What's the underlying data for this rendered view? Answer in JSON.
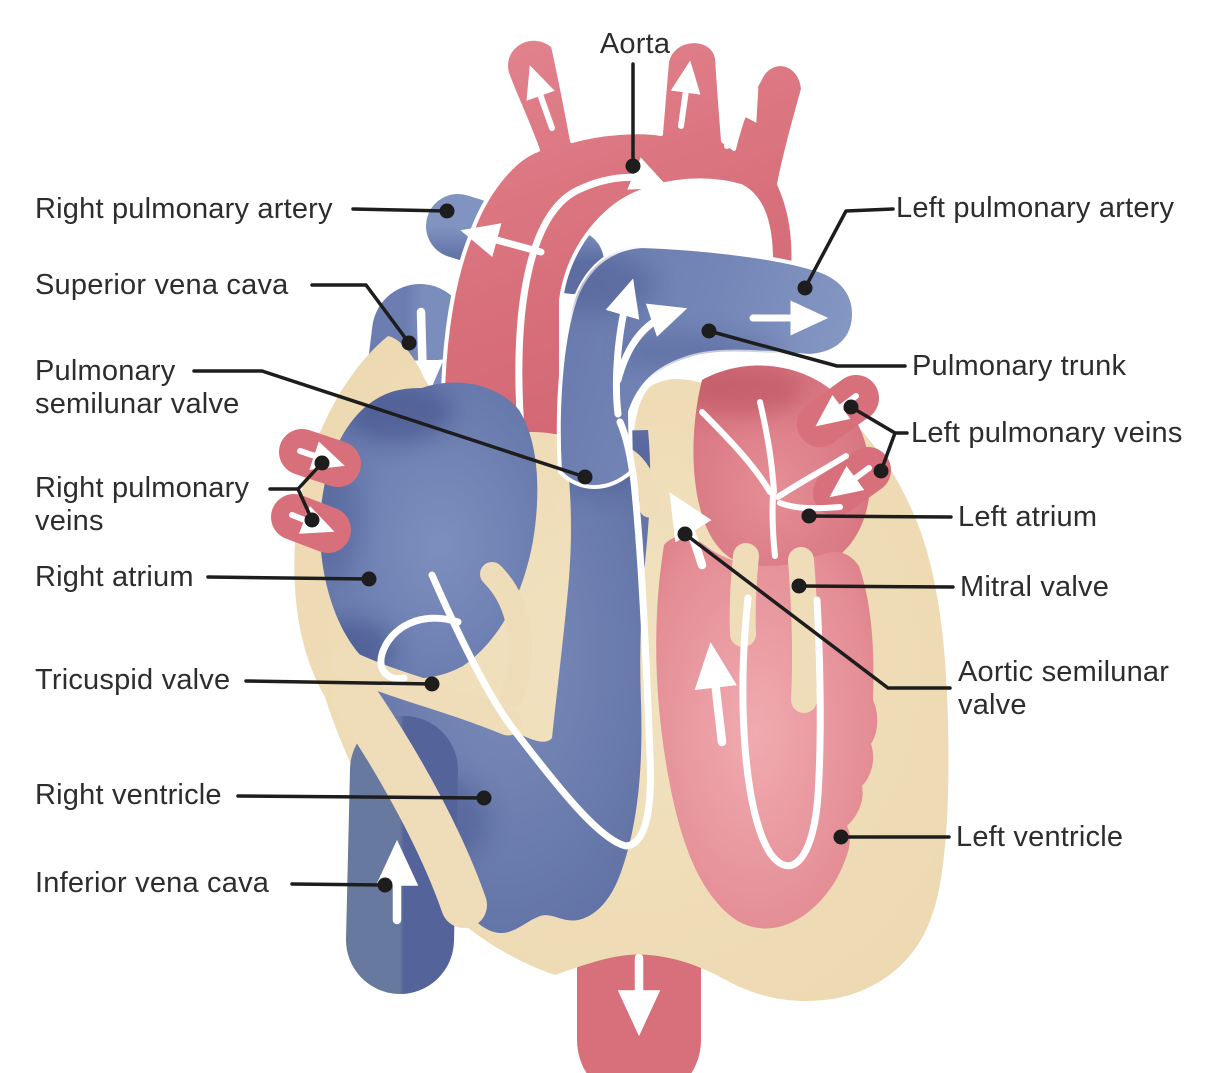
{
  "figure": {
    "type": "anatomical-diagram",
    "subject": "Cross-section of the human heart with chambers, valves, great vessels and blood-flow arrows",
    "background": "#ffffff"
  },
  "colors": {
    "artery_red": "#d8707b",
    "artery_red_dark": "#c2596590",
    "artery_red_deep": "#b84f5c",
    "artery_red_light": "#e8949c",
    "vein_blue": "#7083b5",
    "vein_blue_dark": "#46568e",
    "vein_blue_light": "#8b9cc7",
    "wall_cream": "#efddb9",
    "wall_cream_shadow": "#e3cba2",
    "chamber_pink": "#e1808a",
    "chamber_pink_light": "#f0abb0",
    "flow_arrow_white": "#ffffff",
    "leader_line_black": "#1d1d1d",
    "label_text": "#2d2d2d"
  },
  "labels": {
    "aorta": "Aorta",
    "right_pulmonary_artery": "Right pulmonary artery",
    "superior_vena_cava": "Superior vena cava",
    "pulmonary_semilunar_valve_line1": "Pulmonary",
    "pulmonary_semilunar_valve_line2": "semilunar valve",
    "right_pulmonary_veins_line1": "Right pulmonary",
    "right_pulmonary_veins_line2": "veins",
    "right_atrium": "Right atrium",
    "tricuspid_valve": "Tricuspid valve",
    "right_ventricle": "Right ventricle",
    "inferior_vena_cava": "Inferior vena cava",
    "left_pulmonary_artery": "Left pulmonary artery",
    "pulmonary_trunk": "Pulmonary trunk",
    "left_pulmonary_veins": "Left pulmonary veins",
    "left_atrium": "Left atrium",
    "mitral_valve": "Mitral valve",
    "aortic_semilunar_valve_line1": "Aortic semilunar",
    "aortic_semilunar_valve_line2": "valve",
    "left_ventricle": "Left ventricle"
  },
  "flow_arrows": [
    {
      "vessel": "aorta_arch",
      "direction": "up and to the right"
    },
    {
      "vessel": "aortic_arch_branches",
      "direction": "upward (3 arrows)"
    },
    {
      "vessel": "right_pulmonary_artery",
      "direction": "out to the left"
    },
    {
      "vessel": "left_pulmonary_artery",
      "direction": "out to the right"
    },
    {
      "vessel": "superior_vena_cava",
      "direction": "down into right atrium"
    },
    {
      "vessel": "inferior_vena_cava",
      "direction": "up into right atrium"
    },
    {
      "vessel": "pulmonary_trunk",
      "direction": "up from right ventricle, branching left and right"
    },
    {
      "vessel": "right_pulmonary_veins",
      "direction": "into left atrium (2 arrows)"
    },
    {
      "vessel": "left_pulmonary_veins",
      "direction": "into left atrium (2 arrows)"
    },
    {
      "vessel": "left_ventricle_outflow",
      "direction": "up toward aortic valve"
    },
    {
      "vessel": "descending_aorta",
      "direction": "downward"
    }
  ]
}
